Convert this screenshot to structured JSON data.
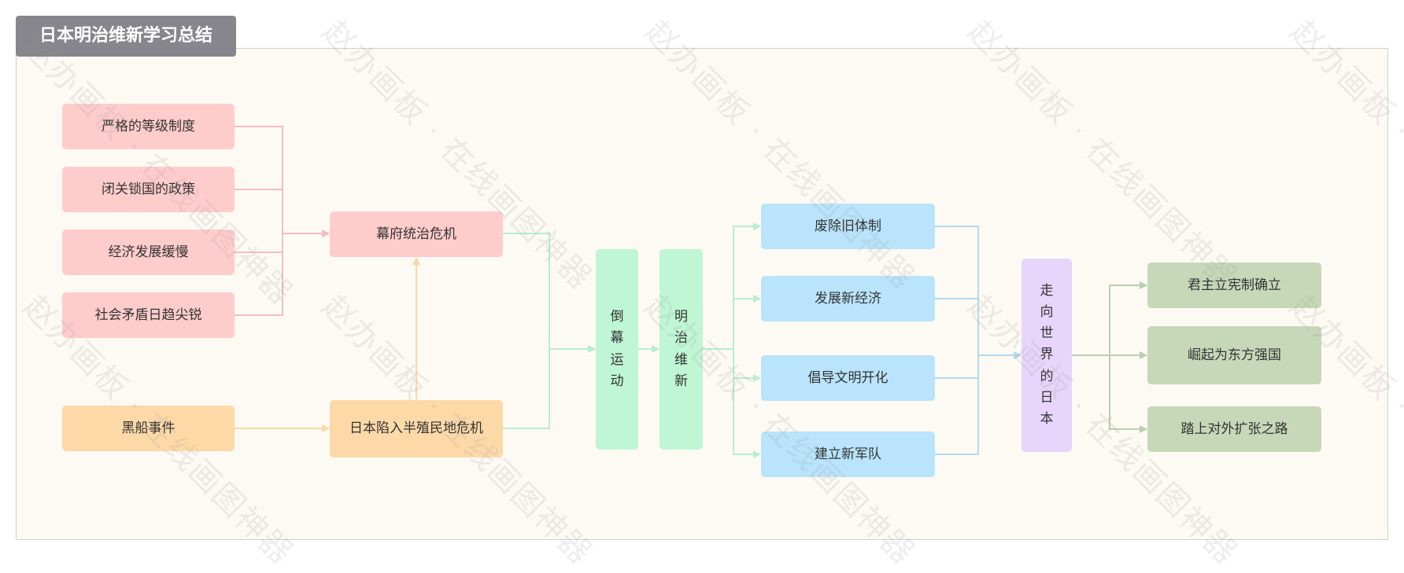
{
  "title": "日本明治维新学习总结",
  "watermark": "赵办画板 · 在线画图神器",
  "colors": {
    "pink": "#ffcccc",
    "orange": "#fdd9a8",
    "green": "#bff6d4",
    "blue": "#b9e4fb",
    "purple": "#e8d5fb",
    "sage": "#c6d8b8",
    "pink_line": "#f7bcc4",
    "orange_line": "#fbd7a6",
    "green_line": "#b8eed0",
    "blue_line": "#b4daf0",
    "sage_line": "#b9cfae"
  },
  "nodes": {
    "causes": [
      "严格的等级制度",
      "闭关锁国的政策",
      "经济发展缓慢",
      "社会矛盾日趋尖锐"
    ],
    "shogunate_crisis": "幕府统治危机",
    "black_ships": "黑船事件",
    "semi_colony_crisis": "日本陷入半殖民地危机",
    "overthrow": [
      "倒",
      "幕",
      "运",
      "动"
    ],
    "meiji": [
      "明",
      "治",
      "维",
      "新"
    ],
    "reforms": [
      "废除旧体制",
      "发展新经济",
      "倡导文明开化",
      "建立新军队"
    ],
    "world_japan": [
      "走",
      "向",
      "世",
      "界",
      "的",
      "日",
      "本"
    ],
    "results": [
      "君主立宪制确立",
      "崛起为东方强国",
      "踏上对外扩张之路"
    ]
  }
}
